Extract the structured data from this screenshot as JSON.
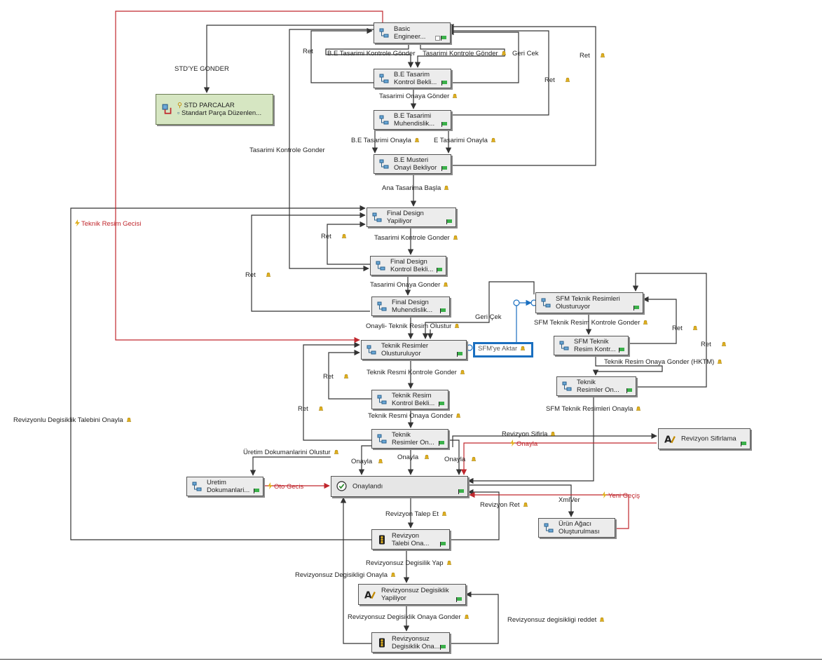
{
  "diagram": {
    "nodes": {
      "basic": {
        "line1": "Basic",
        "line2": "Engineer..."
      },
      "std": {
        "line1": "STD PARCALAR",
        "line2": "Standart Parça Düzenlen..."
      },
      "be_kontrol": {
        "line1": "B.E Tasarim",
        "line2": "Kontrol Bekli..."
      },
      "be_muh": {
        "line1": "B.E Tasarimi",
        "line2": "Muhendislik..."
      },
      "be_musteri": {
        "line1": "B.E Musteri",
        "line2": "Onayi Bekliyor"
      },
      "fd_yap": {
        "line1": "Final Design",
        "line2": "Yapiliyor"
      },
      "fd_kontrol": {
        "line1": "Final Design",
        "line2": "Kontrol Bekli..."
      },
      "fd_muh": {
        "line1": "Final Design",
        "line2": "Muhendislik..."
      },
      "tr_olus": {
        "line1": "Teknik Resimler",
        "line2": "Olusturuluyor"
      },
      "tr_kontrol": {
        "line1": "Teknik Resim",
        "line2": "Kontrol Bekli..."
      },
      "tr_onay": {
        "line1": "Teknik",
        "line2": "Resimler On..."
      },
      "sfm_olus": {
        "line1": "SFM Teknik Resimleri",
        "line2": "Olusturuyor"
      },
      "sfm_kontrol": {
        "line1": "SFM Teknik",
        "line2": "Resim Kontr..."
      },
      "sfm_onay": {
        "line1": "Teknik",
        "line2": "Resimler On..."
      },
      "rev_sifirlama": {
        "line1": "Revizyon Sifirlama",
        "line2": ""
      },
      "uretim": {
        "line1": "Uretim",
        "line2": "Dokumanlari..."
      },
      "onaylandi": {
        "line1": "Onaylandı",
        "line2": ""
      },
      "urun": {
        "line1": "Ürün Ağacı",
        "line2": "Oluşturulması"
      },
      "rev_talep": {
        "line1": "Revizyon",
        "line2": "Talebi Ona..."
      },
      "revsuz_yap": {
        "line1": "Revizyonsuz Degisiklik",
        "line2": "Yapiliyor"
      },
      "revsuz_onay": {
        "line1": "Revizyonsuz",
        "line2": "Degisiklik Ona..."
      }
    },
    "labels": {
      "std_gonder": "STD'YE GONDER",
      "teknik_gecisi": "Teknik Resim Gecisi",
      "ret1": "Ret",
      "be_kontrol_gonder": "B.E Tasarimi Kontrole Gönder",
      "kontrol_gonder": "Tasarimi Kontrole Gönder",
      "geri_cek1": "Geri Cek",
      "ret2": "Ret",
      "ret3": "Ret",
      "onaya_gonder": "Tasarimi Onaya Gönder",
      "be_onayla1": "B.E Tasarimi Onayla",
      "be_onayla2": "E Tasarimi Onayla",
      "tasarimi_kontrole_gonder": "Tasarimi Kontrole Gonder",
      "ana_tasarim": "Ana Tasarima Başla",
      "ret4": "Ret",
      "fd_kontrole_gonder": "Tasarimi Kontrole Gonder",
      "ret5": "Ret",
      "fd_onaya_gonder": "Tasarimi Onaya Gonder",
      "geri_cek2": "Geri Çek",
      "onayli_teknik": "Onayli- Teknik Resim Olustur",
      "sfm_aktar": "SFM'ye Aktar",
      "sfm_kontrol_gonder": "SFM Teknik Resim Kontrole Gonder",
      "ret6": "Ret",
      "ret7": "Ret",
      "sfm_onay_gonder": "Teknik Resim Onaya Gonder (HKTM)",
      "tr_kontrole_gonder": "Teknik Resmi Kontrole Gonder",
      "ret8": "Ret",
      "sfm_onayla": "SFM Teknik Resimleri Onayla",
      "ret9": "Ret",
      "tr_onaya_gonder": "Teknik Resmi Onaya Gonder",
      "revizyonlu": "Revizyonlu Degisiklik Talebini Onayla",
      "rev_sifirla": "Revizyon Sifirla",
      "onayla_red": "Onayla",
      "uretim_olustur": "Üretim Dokumanlarini Olustur",
      "onayla1": "Onayla",
      "onayla2": "Onayla",
      "onayla3": "Onayla",
      "oto_gecis": "Oto Gecis",
      "xmlver": "XmlVer",
      "yeni_gecis": "Yeni Geçiş",
      "rev_talep_et": "Revizyon Talep Et",
      "rev_ret": "Revizyon Ret",
      "revsuz_yap": "Revizyonsuz Degisilik Yap",
      "revsuz_onayla": "Revizyonsuz Degisikligi Onayla",
      "revsuz_onaya_gonder": "Revizyonsuz Degisiklik Onaya Gonder",
      "revsuz_reddet": "Revizyonsuz degisikligi reddet"
    },
    "colors": {
      "edge": "#333333",
      "edge_red": "#c0272d",
      "edge_blue": "#1a6fc0",
      "node_bg": "#ececec",
      "std_bg": "#d6e6c2"
    }
  }
}
